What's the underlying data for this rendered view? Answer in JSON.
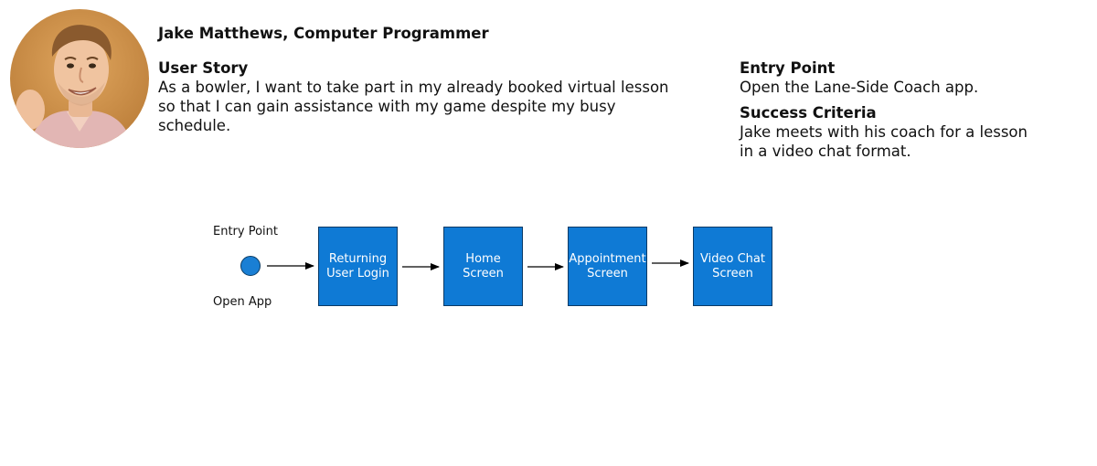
{
  "persona": {
    "name": "Jake Matthews, Computer Programmer"
  },
  "user_story": {
    "title": "User Story",
    "text": "As a bowler, I want to take part in my already booked virtual lesson so that I can gain assistance with my game despite my busy schedule."
  },
  "entry_point": {
    "title": "Entry Point",
    "text": "Open the Lane-Side Coach app."
  },
  "success_criteria": {
    "title": "Success Criteria",
    "line1": "Jake meets with his coach for a lesson",
    "line2": "in a video chat format."
  },
  "flow": {
    "entry_label": "Entry Point",
    "start_label": "Open App",
    "steps": [
      {
        "label": "Returning\nUser Login"
      },
      {
        "label": "Home\nScreen"
      },
      {
        "label": "Appointment\nScreen"
      },
      {
        "label": "Video Chat\nScreen"
      }
    ]
  },
  "colors": {
    "step_fill": "#0f7ad5",
    "step_text": "#ffffff",
    "start_node": "#1a7fd4"
  }
}
